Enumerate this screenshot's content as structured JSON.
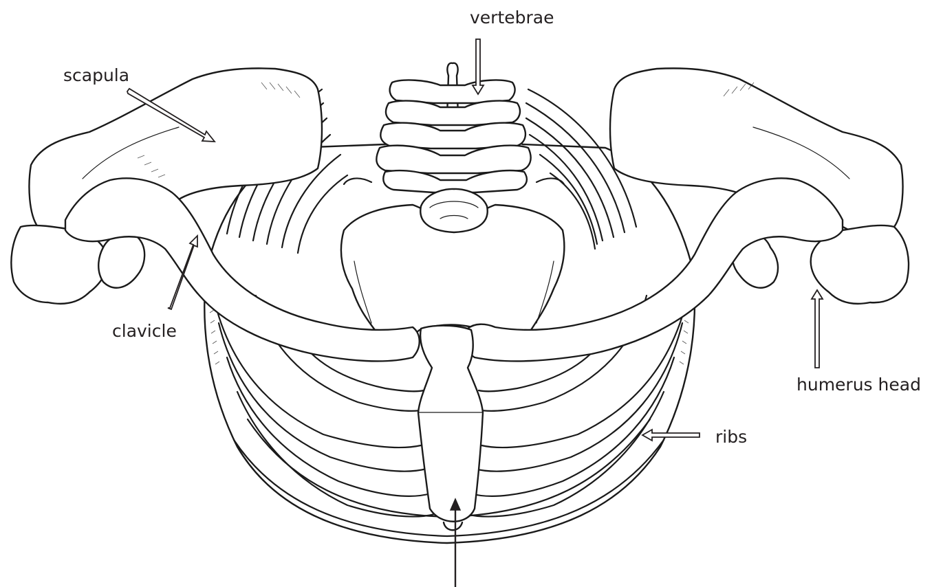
{
  "labels": {
    "vertebrae": "vertebrae",
    "scapula": "scapula",
    "clavicle": "clavicle",
    "humerus_head": "humerus head",
    "ribs": "ribs"
  },
  "colors": {
    "ink": "#1a1a1a",
    "label": "#231f20",
    "background": "#ffffff"
  }
}
